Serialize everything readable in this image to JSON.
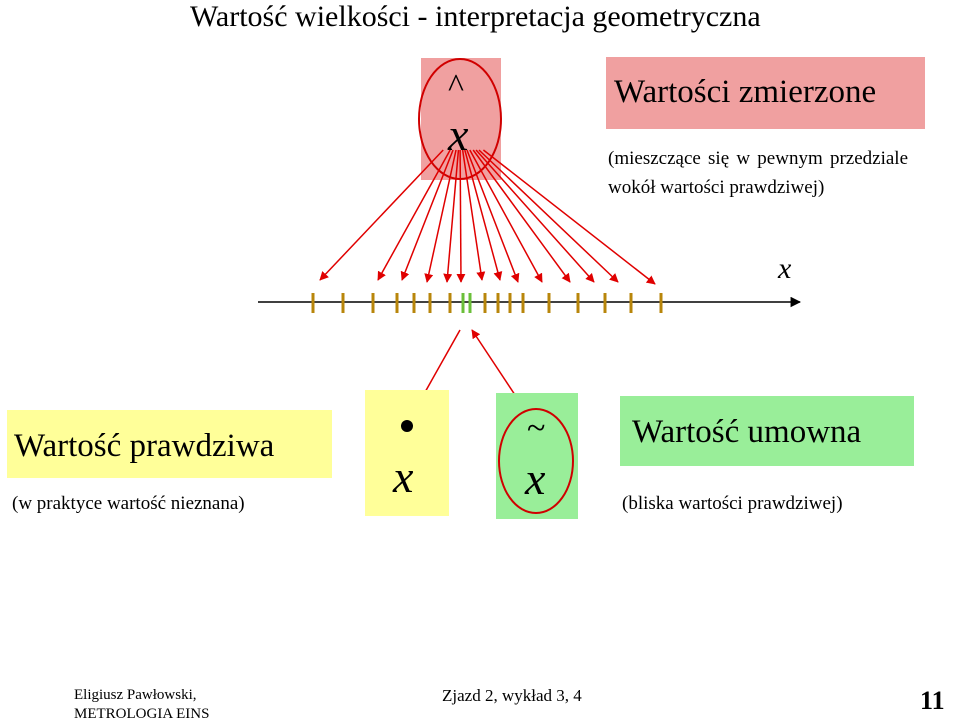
{
  "title": "Wartość wielkości - interpretacja geometryczna",
  "estimate": {
    "hat": "^",
    "symbol": "x"
  },
  "measured": {
    "title": "Wartości zmierzone",
    "description": "(mieszczące się w pewnym przedziale wokół wartości prawdziwej)"
  },
  "axis": {
    "label": "x"
  },
  "true_value": {
    "title": "Wartość prawdziwa",
    "description": "(w praktyce wartość nieznana)",
    "symbol": "x"
  },
  "conventional_value": {
    "title": "Wartość umowna",
    "description": "(bliska wartości prawdziwej)",
    "tilde": "~",
    "symbol": "x"
  },
  "footer": {
    "author_line1": "Eligiusz Pawłowski,",
    "author_line2": "METROLOGIA EINS",
    "session": "Zjazd 2, wykład 3, 4",
    "page": "11"
  },
  "colors": {
    "measured_fill": "#f0a0a0",
    "true_fill": "#ffff99",
    "conventional_fill": "#99ee99",
    "arrow": "#e00000",
    "tick": "#b8860b"
  }
}
